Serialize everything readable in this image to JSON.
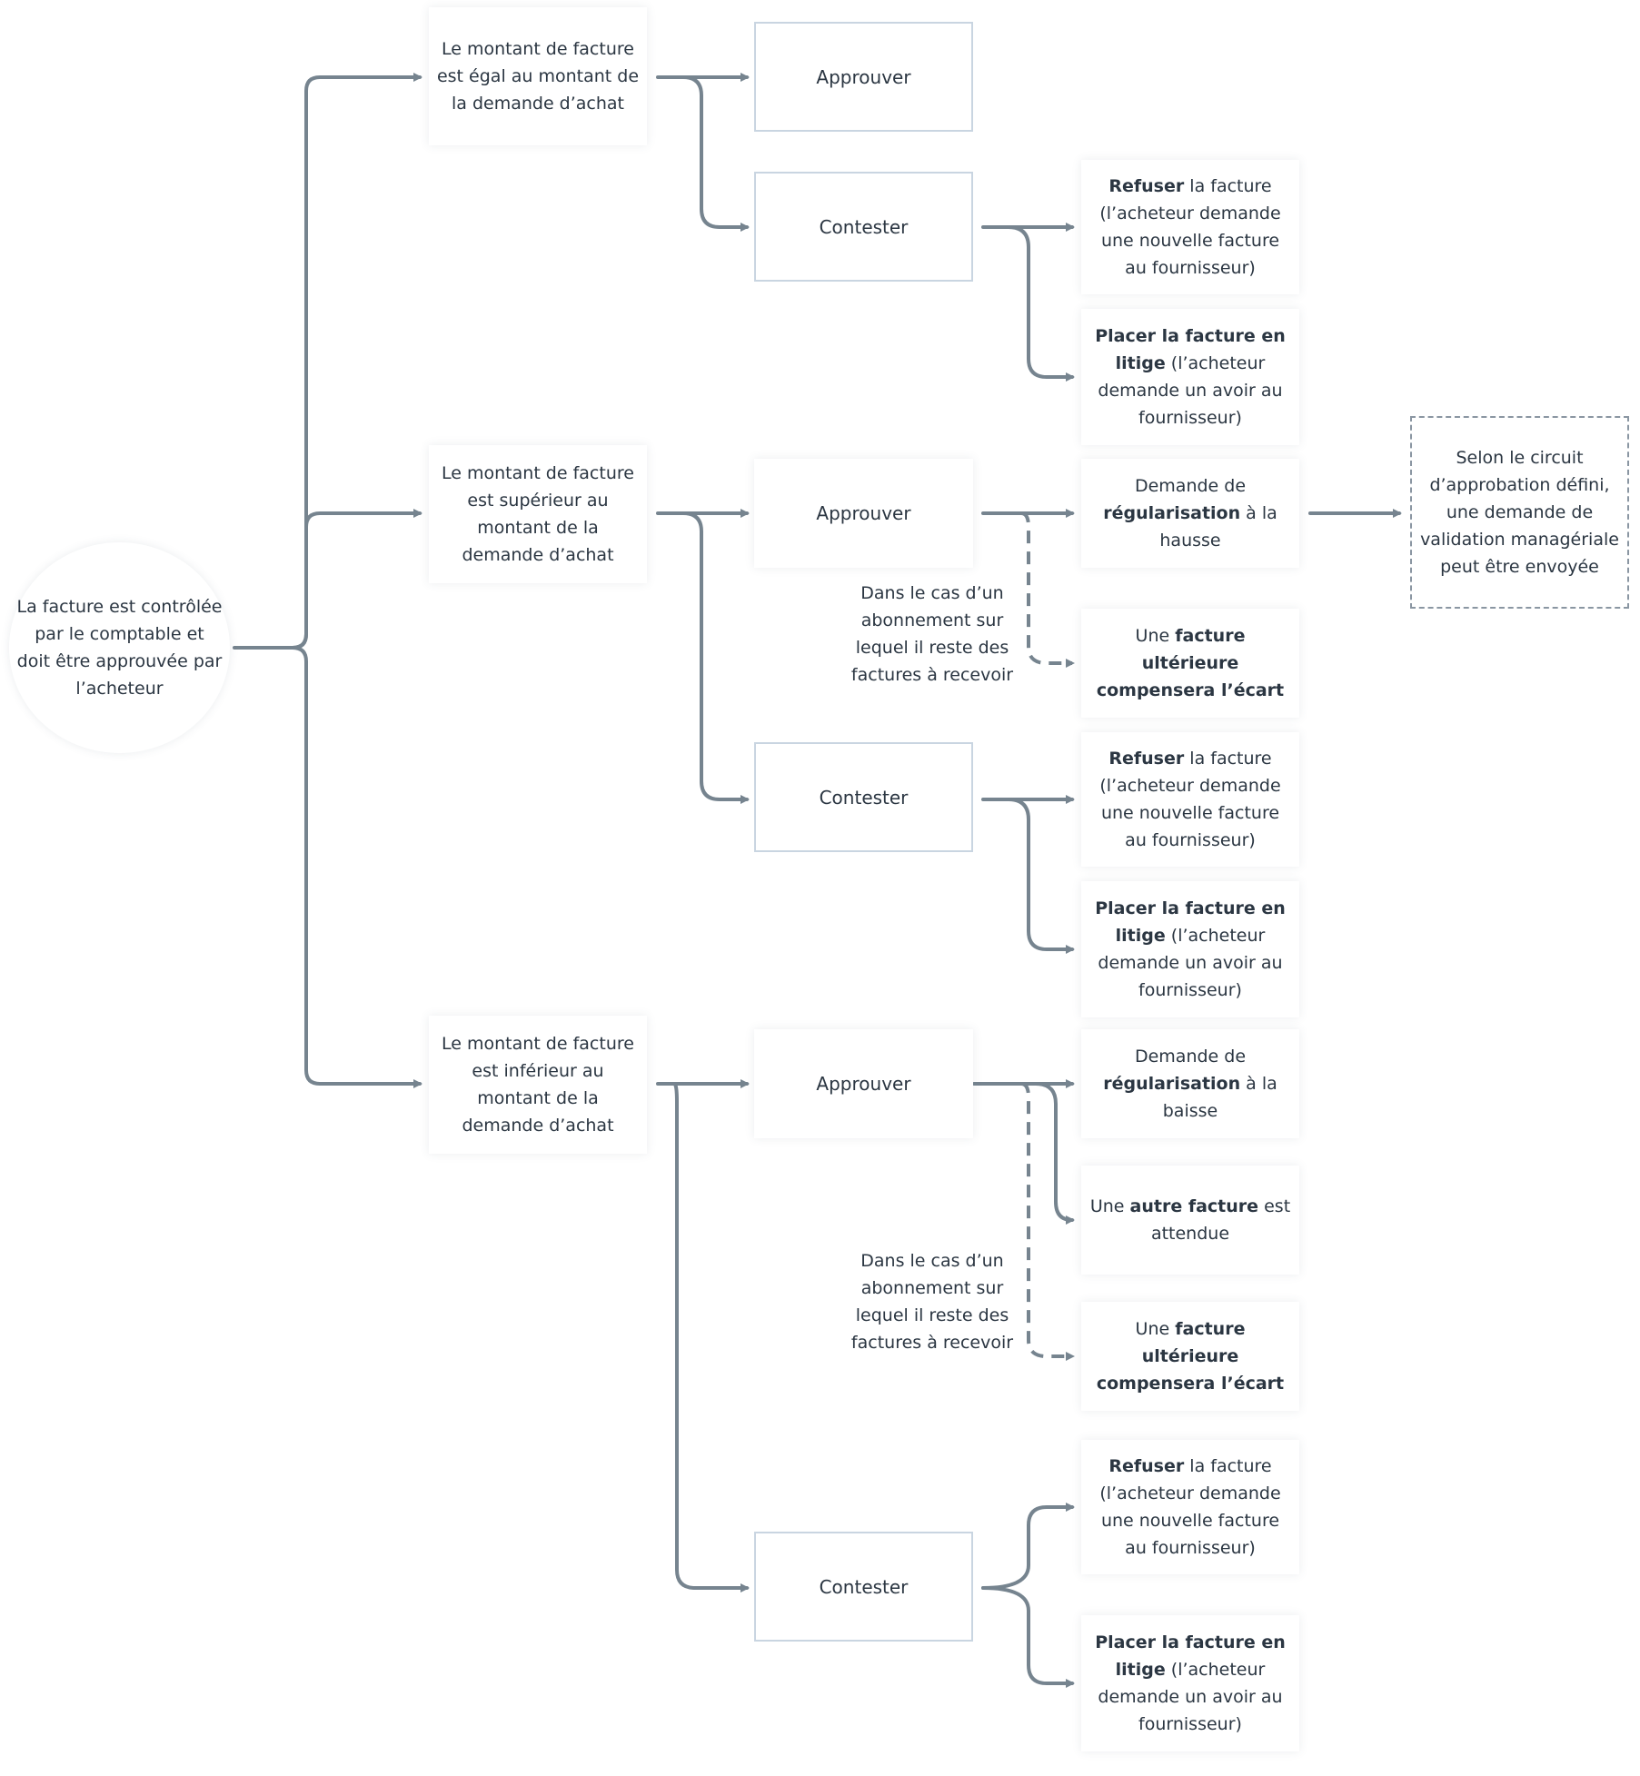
{
  "root": {
    "text": "La facture est contrôlée par le comptable et doit être approuvée par l’acheteur"
  },
  "conditions": [
    {
      "text": "Le montant de facture est égal au montant de la demande d’achat"
    },
    {
      "text": "Le montant de facture est supérieur au montant de la demande d’achat"
    },
    {
      "text": "Le montant de facture est inférieur au montant de la demande d’achat"
    }
  ],
  "actions": {
    "approve": "Approuver",
    "contest": "Contester"
  },
  "outcomes": {
    "refuse": {
      "bold": "Refuser",
      "rest": " la facture (l’acheteur demande une nouvelle facture au fournisseur)"
    },
    "dispute": {
      "bold": "Placer la facture en litige",
      "rest": " (l’acheteur demande un avoir au fournisseur)"
    },
    "regul_up": {
      "pre": "Demande de ",
      "bold": "régularisation",
      "post": " à la hausse"
    },
    "regul_down": {
      "pre": "Demande de ",
      "bold": "régularisation",
      "post": " à la baisse"
    },
    "later_invoice": {
      "pre": "Une ",
      "bold": "facture ultérieure compensera l’écart"
    },
    "other_invoice": {
      "pre": "Une ",
      "bold": "autre facture",
      "post": " est attendue"
    }
  },
  "subscription_note": "Dans le cas d’un abonnement sur lequel il reste des factures à recevoir",
  "managerial_note": "Selon le circuit d’approbation défini, une demande de validation managériale peut être envoyée",
  "colors": {
    "connector": "#76848f",
    "box_border": "#c9d5e1",
    "dashed_border": "#8a96a2",
    "text": "#2b3642"
  }
}
